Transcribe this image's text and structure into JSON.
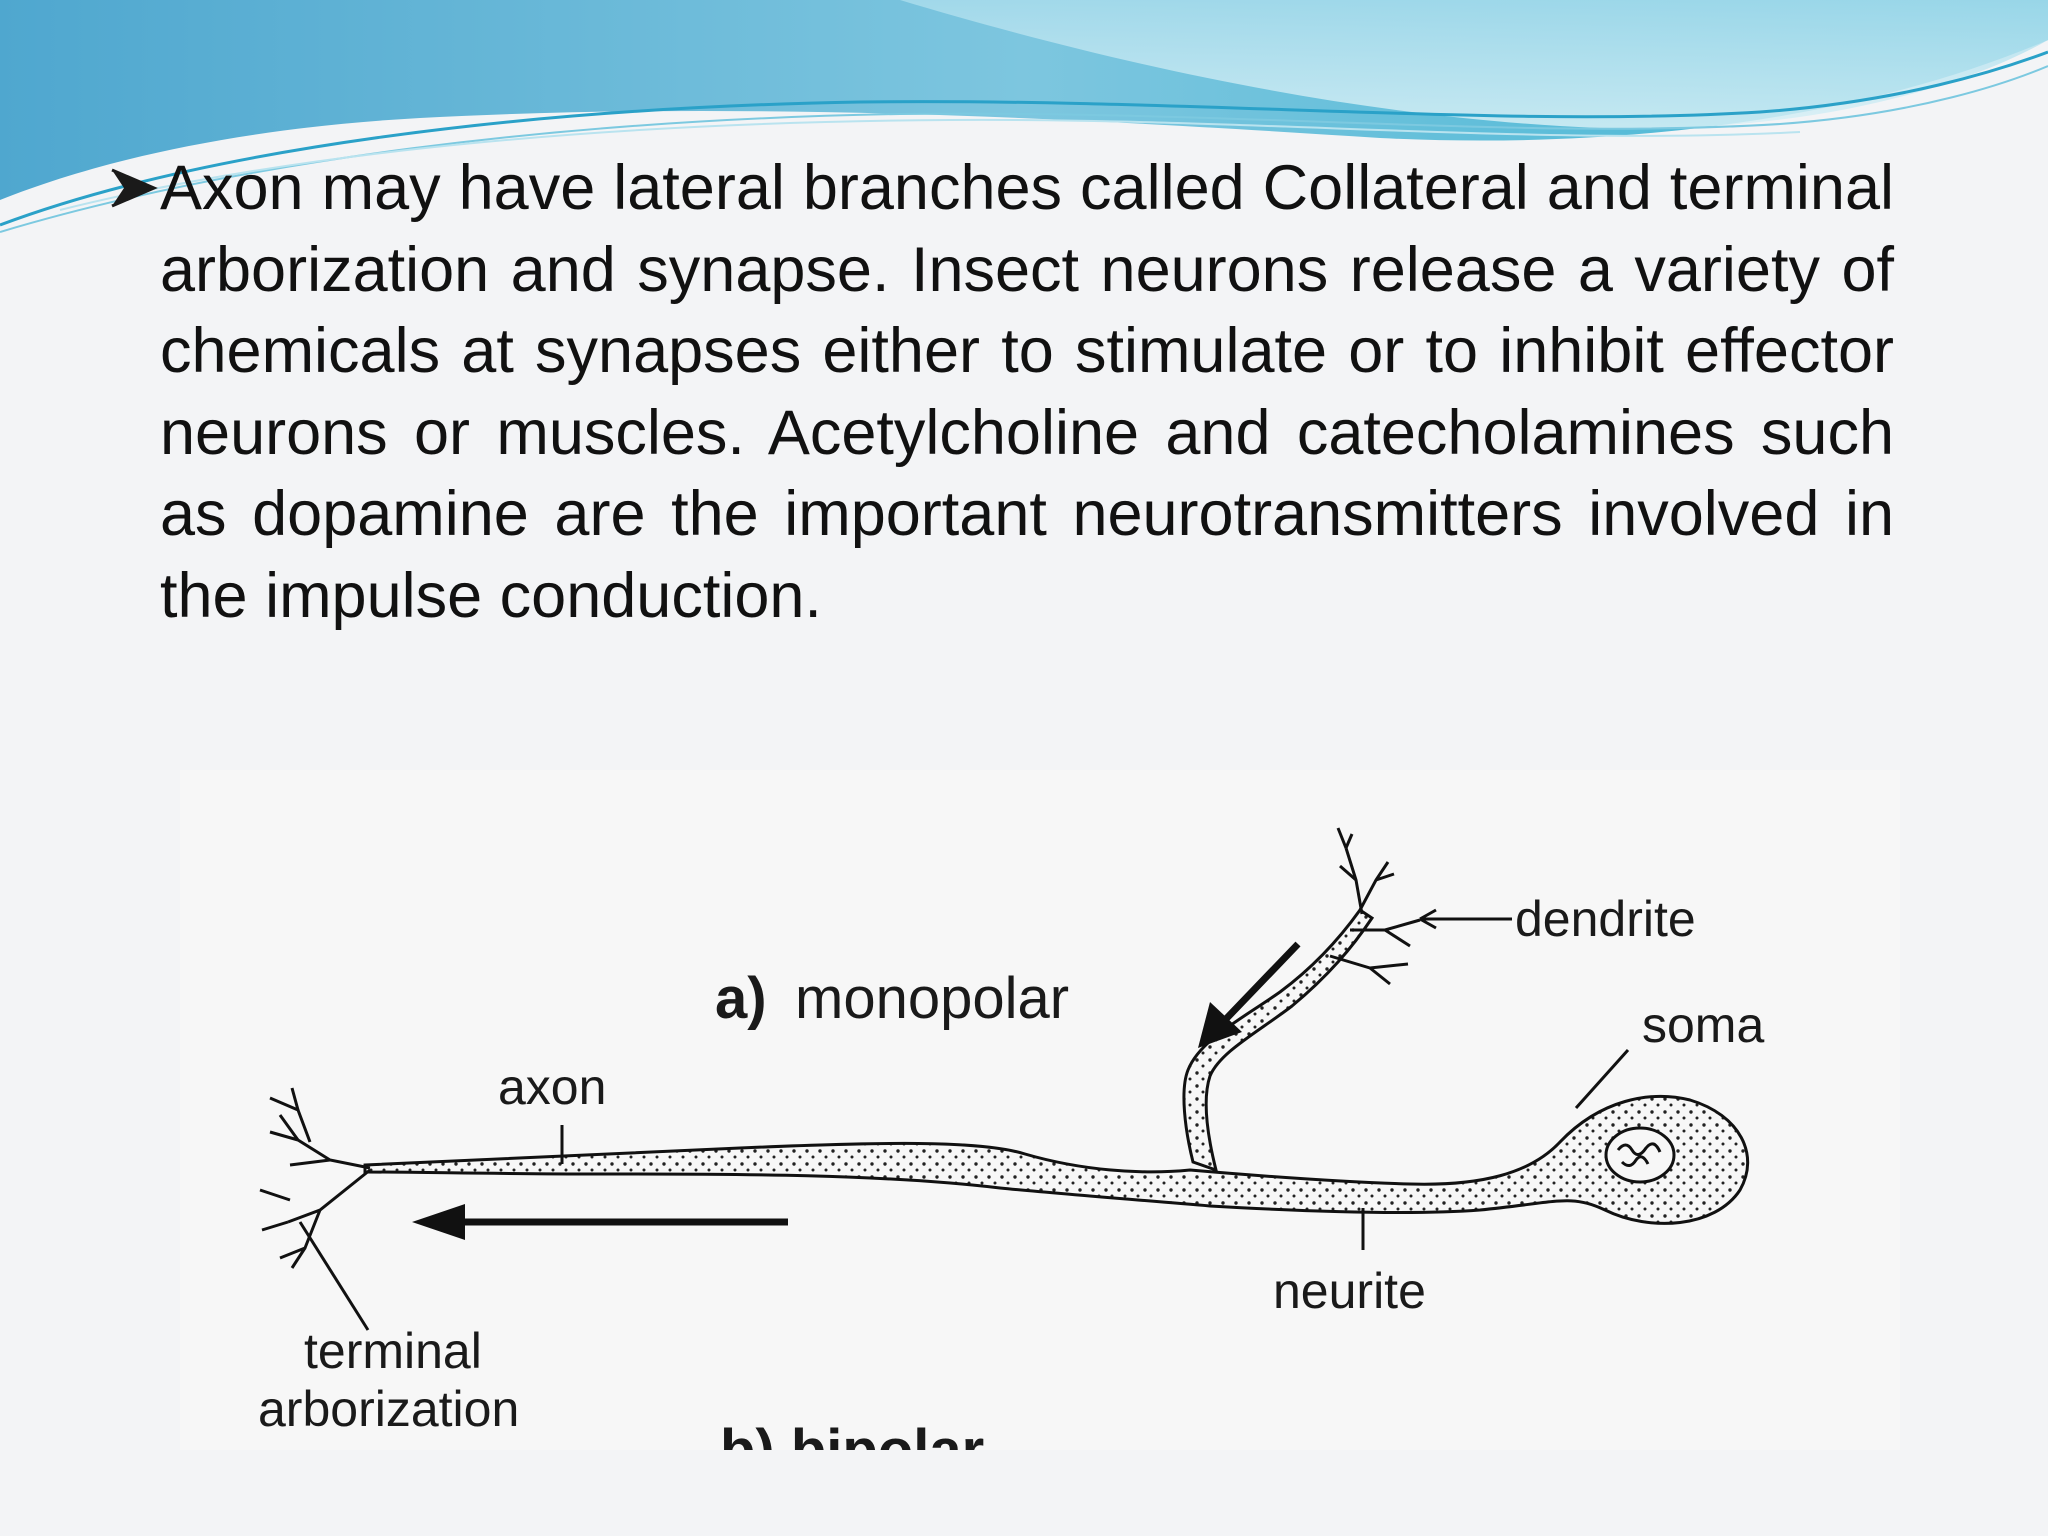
{
  "slide": {
    "bullet_text": "Axon may have lateral branches called Collateral and terminal arborization and synapse. Insect neurons release a variety of chemicals at synapses either to stimulate or to inhibit effector neurons or muscles. Acetylcholine and catecholamines such as dopamine are the important neurotransmitters involved in the impulse conduction."
  },
  "figure": {
    "panel_a_letter": "a)",
    "panel_a_title": "monopolar",
    "labels": {
      "dendrite": "dendrite",
      "soma": "soma",
      "axon": "axon",
      "neurite": "neurite",
      "terminal_line1": "terminal",
      "terminal_line2": "arborization"
    },
    "panel_b_partial": "b) bipolar"
  }
}
